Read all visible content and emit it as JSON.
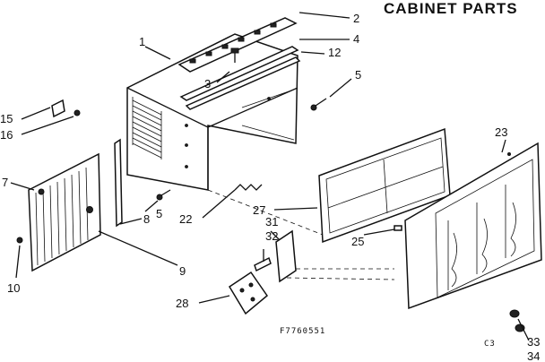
{
  "title": "CABINET PARTS",
  "drawing_code": "F7760551",
  "corner_mark": "C3",
  "callouts": [
    "1",
    "2",
    "3",
    "4",
    "5",
    "5",
    "7",
    "8",
    "9",
    "10",
    "12",
    "15",
    "16",
    "22",
    "23",
    "25",
    "27",
    "28",
    "31",
    "32",
    "33",
    "34"
  ]
}
